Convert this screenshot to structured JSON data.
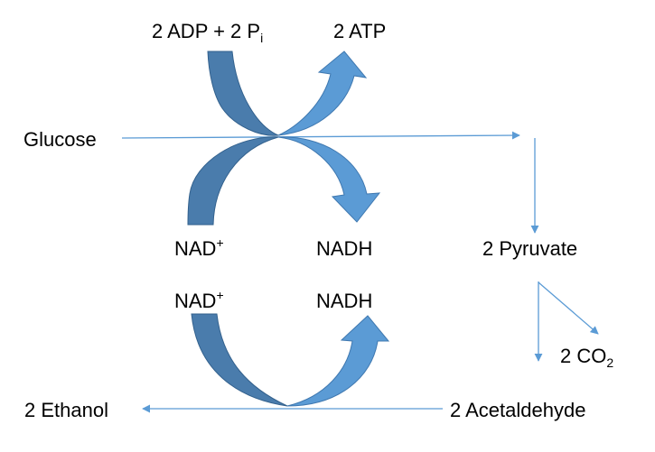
{
  "labels": {
    "glucose": "Glucose",
    "adp_pi": "2 ADP + 2 P",
    "adp_pi_sub": "i",
    "atp": "2 ATP",
    "nad_top": "NAD",
    "nad_top_sup": "+",
    "nadh_top": "NADH",
    "pyruvate": "2 Pyruvate",
    "nad_bottom": "NAD",
    "nad_bottom_sup": "+",
    "nadh_bottom": "NADH",
    "co2": "2 CO",
    "co2_sub": "2",
    "acetaldehyde": "2 Acetaldehyde",
    "ethanol": "2 Ethanol"
  },
  "colors": {
    "dark_arrow": "#4a7cac",
    "dark_arrow_stroke": "#33618d",
    "light_arrow": "#5b9bd5",
    "light_arrow_stroke": "#3f78b0",
    "thin_line": "#4f8fd0"
  }
}
